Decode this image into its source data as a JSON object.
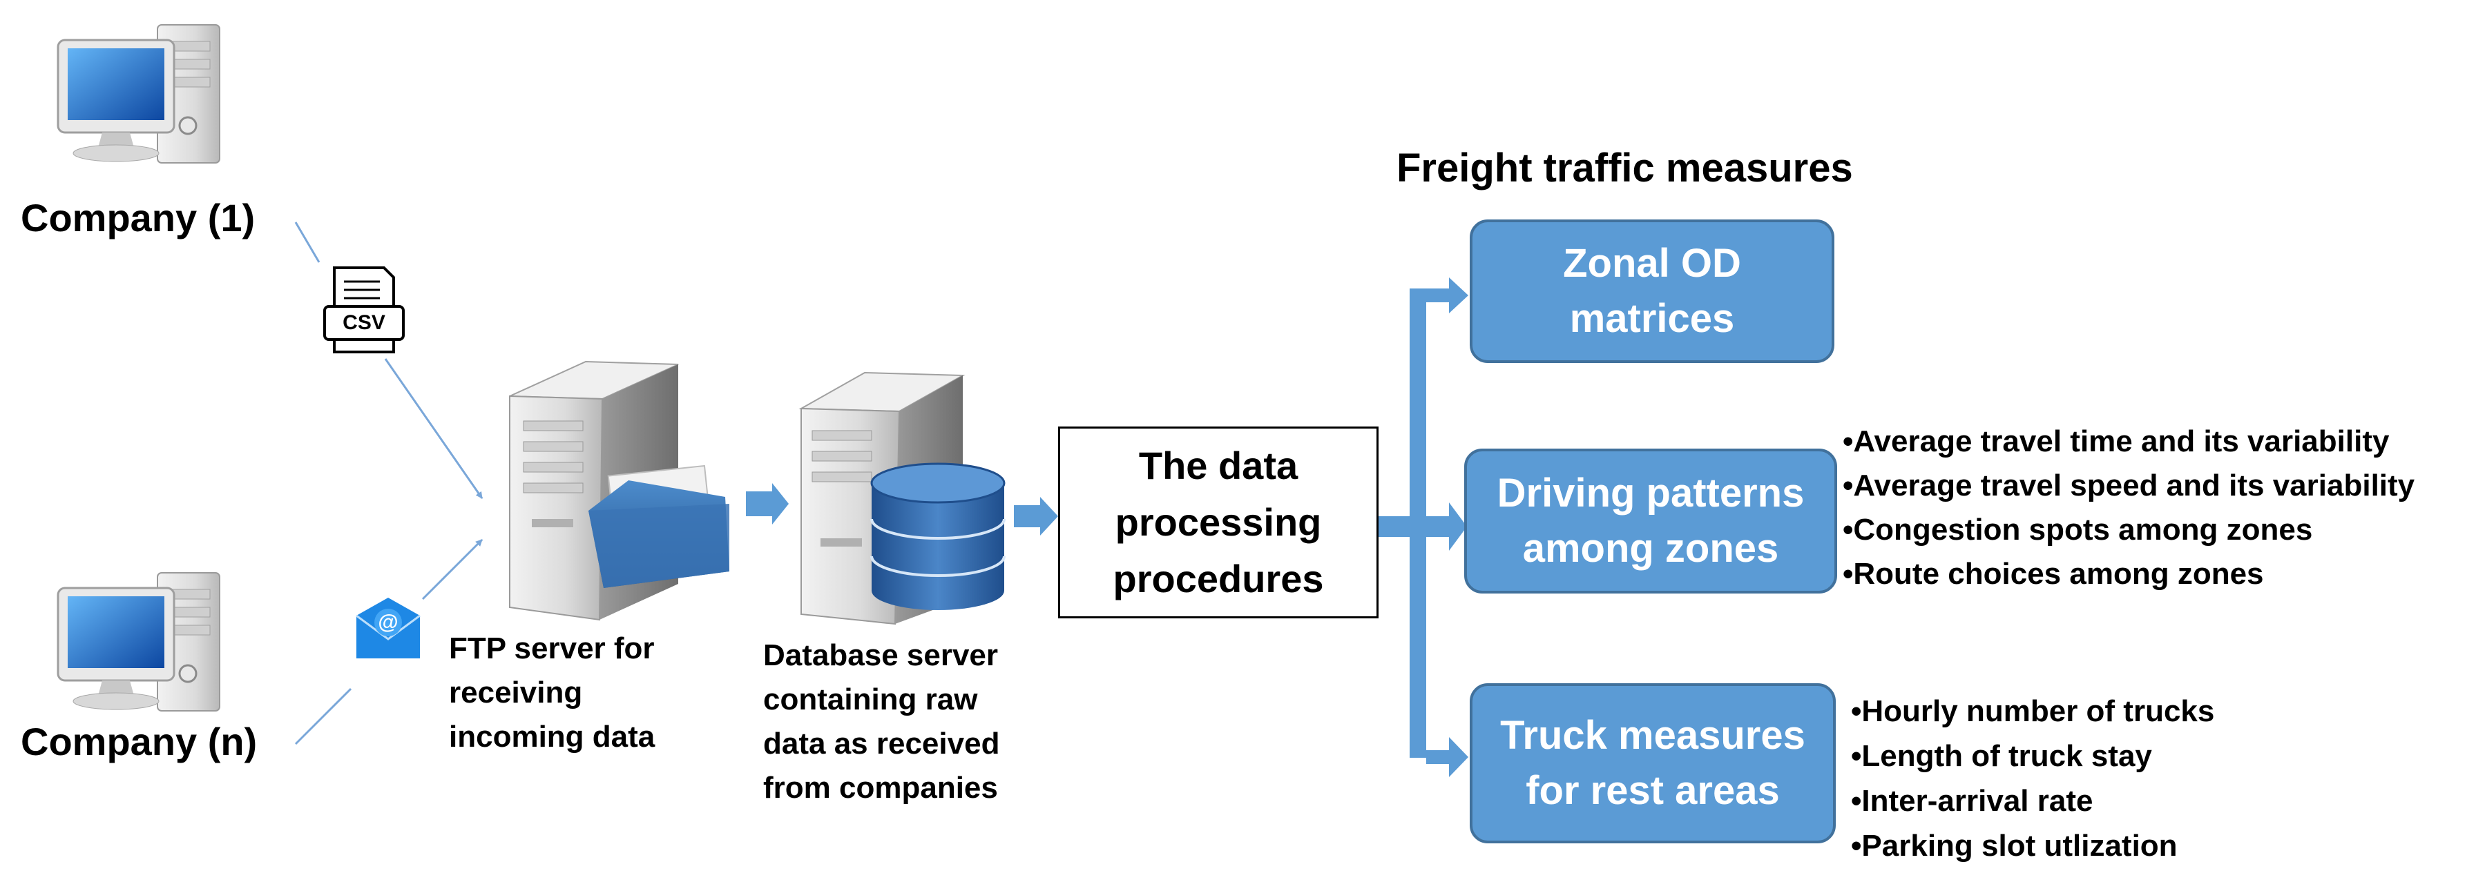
{
  "companies": [
    {
      "label": "Company (1)",
      "channel_icon": "csv-file-icon",
      "channel_text": "CSV"
    },
    {
      "label": "Company (n)",
      "channel_icon": "email-icon",
      "channel_text": "@"
    }
  ],
  "ftp_server": {
    "label": "FTP server for\nreceiving\nincoming data",
    "icon": "ftp-server-folder-icon"
  },
  "db_server": {
    "label": "Database server\ncontaining raw\ndata as received\nfrom companies",
    "icon": "database-server-icon"
  },
  "processing": {
    "label": "The data\nprocessing\nprocedures"
  },
  "measures": {
    "heading": "Freight traffic measures",
    "boxes": [
      {
        "label": "Zonal OD\nmatrices",
        "bullets": []
      },
      {
        "label": "Driving patterns\namong zones",
        "bullets": [
          "Average travel time and its variability",
          "Average travel speed and its variability",
          "Congestion spots among zones",
          "Route choices among zones"
        ]
      },
      {
        "label": "Truck measures\nfor rest areas",
        "bullets": [
          "Hourly number of trucks",
          "Length of truck stay",
          "Inter-arrival rate",
          "Parking slot utlization"
        ]
      }
    ]
  },
  "colors": {
    "box_fill": "#5b9bd5",
    "box_border": "#41719c",
    "arrow": "#5b9bd5",
    "connector_line": "#7aa7d9",
    "monitor_screen": "#1565c0"
  }
}
